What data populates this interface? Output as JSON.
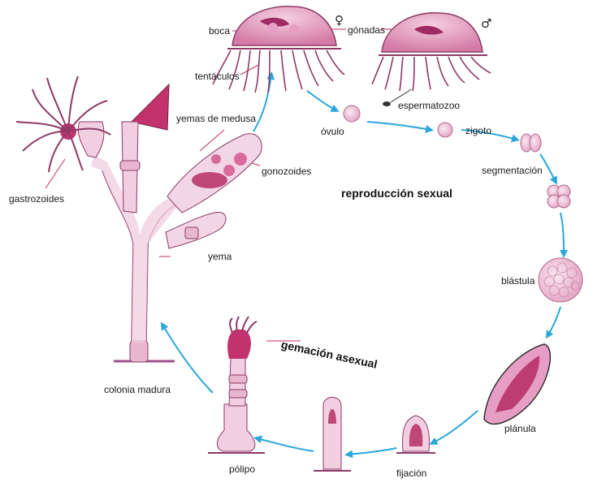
{
  "titles": {
    "sexual": "reproducción sexual",
    "asexual": "gemación asexual"
  },
  "labels": {
    "boca": "boca",
    "gonadas": "gónadas",
    "tentaculos": "tentáculos",
    "espermatozoo": "espermatozoo",
    "yemas_medusa": "yemas de medusa",
    "ovulo": "óvulo",
    "zigoto": "zigoto",
    "gonozoides": "gonozoides",
    "segmentacion": "segmentación",
    "gastrozoides": "gastrozoides",
    "yema": "yema",
    "blastula": "blástula",
    "colonia_madura": "colonia madura",
    "planula": "plánula",
    "polipo": "pólipo",
    "fijacion": "fijación"
  },
  "symbols": {
    "female": "♀",
    "male": "♂"
  },
  "colors": {
    "arrow": "#2aa7dc",
    "tissue": "#d98cb3",
    "tissue_light": "#f3d6e5",
    "tissue_dark": "#a02a62",
    "leader": "#c0305f"
  }
}
